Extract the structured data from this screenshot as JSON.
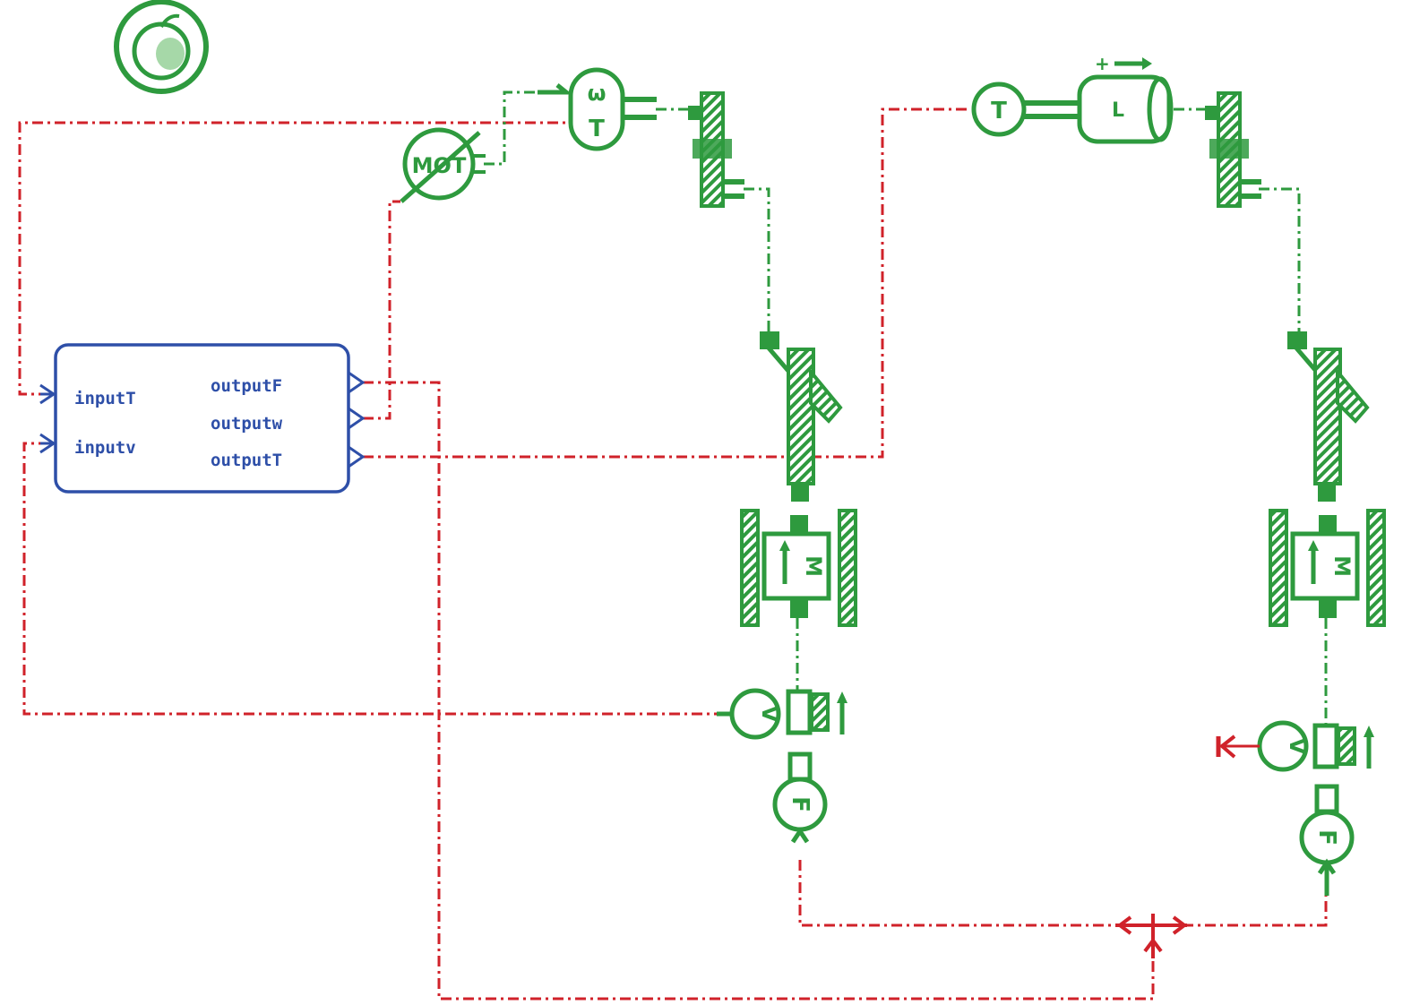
{
  "colors": {
    "component": "#2e9a3e",
    "signal": "#d0222a",
    "block": "#2e4fa8"
  },
  "block": {
    "inputs": [
      "inputT",
      "inputv"
    ],
    "outputs": [
      "outputF",
      "outputw",
      "outputT"
    ]
  },
  "components": {
    "torque_speed_sensor": {
      "top": "ω",
      "bottom": "T"
    },
    "motor": "MOT",
    "torque_source": "T",
    "inertia": "L",
    "mass_left": "M",
    "mass_right": "M",
    "velocity_sensor_left": "V",
    "velocity_sensor_right": "V",
    "force_left": "F",
    "force_right": "F"
  }
}
